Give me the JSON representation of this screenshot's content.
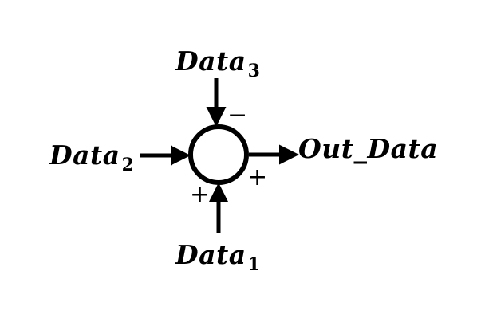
{
  "labels": {
    "data3": {
      "name": "Data",
      "sub": "3"
    },
    "data2": {
      "name": "Data",
      "sub": "2"
    },
    "data1": {
      "name": "Data",
      "sub": "1"
    },
    "output": "Out_Data"
  },
  "signs": {
    "data3": "−",
    "data1": "+",
    "output": "+"
  },
  "colors": {
    "stroke": "#000000",
    "background": "#ffffff"
  }
}
